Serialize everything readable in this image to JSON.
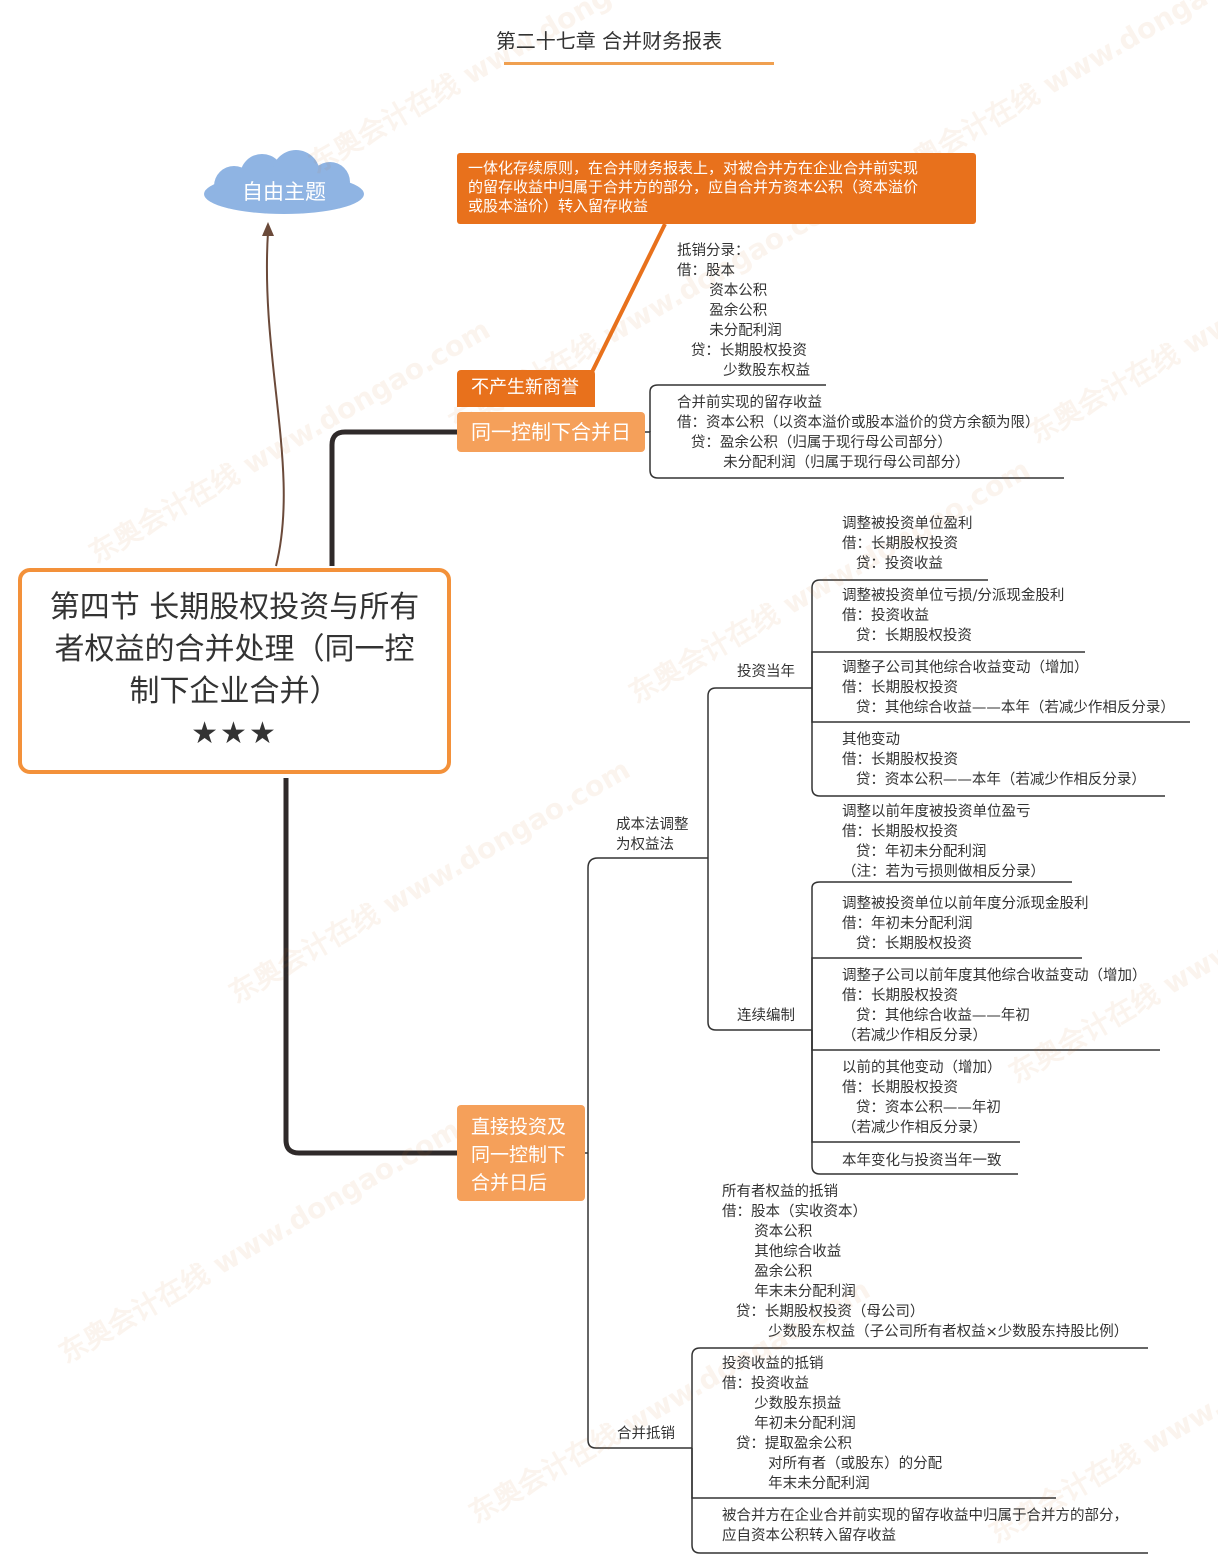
{
  "page_title": "第二十七章 合并财务报表",
  "free_topic": "自由主题",
  "root": {
    "title": "第四节 长期股权投资与所有者权益的合并处理（同一控制下企业合并）",
    "stars": "★★★"
  },
  "branch_same_day": {
    "label": "同一控制下合并日",
    "goodwill_label": "不产生新商誉",
    "principle_note": "一体化存续原则，在合并财务报表上，对被合并方在企业合并前实现\n的留存收益中归属于合并方的部分，应自合并方资本公积（资本溢价\n或股本溢价）转入留存收益",
    "elimination_entry": "抵销分录：\n借：股本\n       资本公积\n       盈余公积\n       未分配利润\n   贷：长期股权投资\n          少数股东权益",
    "retained_earnings_entry": "合并前实现的留存收益\n借：资本公积（以资本溢价或股本溢价的贷方余额为限）\n   贷：盈余公积（归属于现行母公司部分）\n          未分配利润（归属于现行母公司部分）"
  },
  "branch_after": {
    "label": "直接投资及\n同一控制下\n合并日后",
    "cost_to_equity": {
      "label": "成本法调整\n为权益法",
      "current_year": {
        "label": "投资当年",
        "entries": [
          "调整被投资单位盈利\n借：长期股权投资\n   贷：投资收益",
          "调整被投资单位亏损/分派现金股利\n借：投资收益\n   贷：长期股权投资",
          "调整子公司其他综合收益变动（增加）\n借：长期股权投资\n   贷：其他综合收益——本年（若减少作相反分录）",
          "其他变动\n借：长期股权投资\n   贷：资本公积——本年（若减少作相反分录）"
        ]
      },
      "continuous": {
        "label": "连续编制",
        "entries": [
          "调整以前年度被投资单位盈亏\n借：长期股权投资\n   贷：年初未分配利润\n（注：若为亏损则做相反分录）",
          "调整被投资单位以前年度分派现金股利\n借：年初未分配利润\n   贷：长期股权投资",
          "调整子公司以前年度其他综合收益变动（增加）\n借：长期股权投资\n   贷：其他综合收益——年初\n（若减少作相反分录）",
          "以前的其他变动（增加）\n借：长期股权投资\n   贷：资本公积——年初\n（若减少作相反分录）",
          "本年变化与投资当年一致"
        ]
      }
    },
    "consolidation_elimination": {
      "label": "合并抵销",
      "entries": [
        "所有者权益的抵销\n借：股本（实收资本）\n       资本公积\n       其他综合收益\n       盈余公积\n       年末未分配利润\n   贷：长期股权投资（母公司）\n          少数股东权益（子公司所有者权益×少数股东持股比例）",
        "投资收益的抵销\n借：投资收益\n       少数股东损益\n       年初未分配利润\n   贷：提取盈余公积\n          对所有者（或股东）的分配\n          年末未分配利润",
        "被合并方在企业合并前实现的留存收益中归属于合并方的部分，\n应自资本公积转入留存收益"
      ]
    }
  },
  "watermark": "东奥会计在线 www.dongao.com",
  "colors": {
    "accent_light": "#f5a05a",
    "accent_dark": "#e8711c",
    "root_border": "#f3913a",
    "cloud": "#8fb4e3",
    "spine": "#2f2a2a",
    "branch_line": "#333333"
  }
}
